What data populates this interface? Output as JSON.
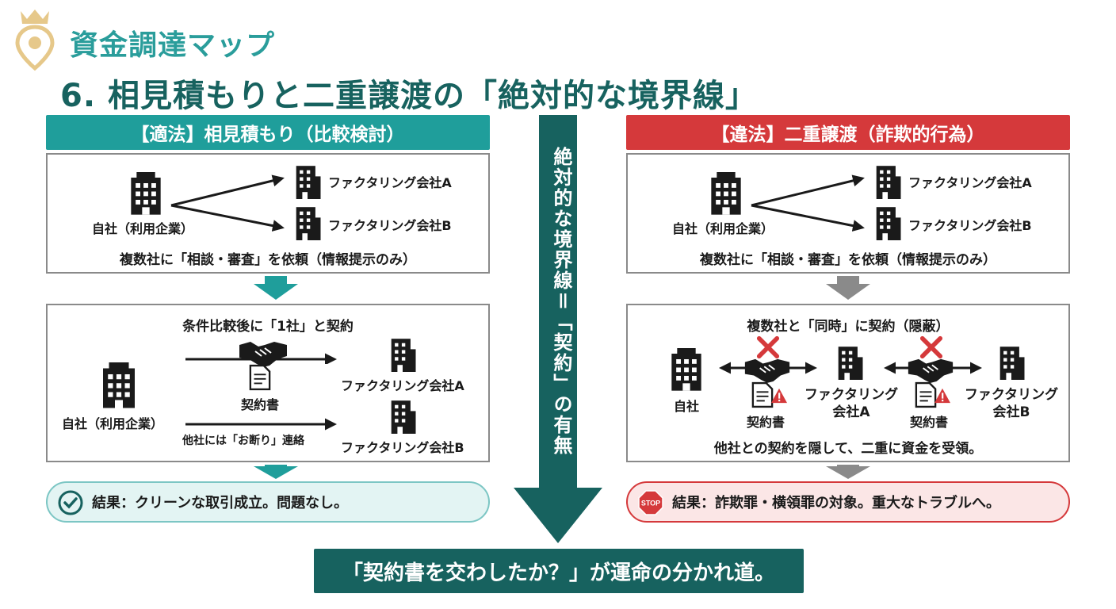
{
  "header": {
    "brand": "資金調達マップ",
    "title": "6. 相見積もりと二重譲渡の「絶対的な境界線」"
  },
  "legal": {
    "heading": "【適法】相見積もり（比較検討）",
    "step1": {
      "self_label": "自社（利用企業）",
      "company_a": "ファクタリング会社A",
      "company_b": "ファクタリング会社B",
      "caption": "複数社に「相談・審査」を依頼（情報提示のみ）"
    },
    "step2": {
      "title": "条件比較後に「1社」と契約",
      "self_label": "自社（利用企業）",
      "contract_label": "契約書",
      "company_a": "ファクタリング会社A",
      "company_b": "ファクタリング会社B",
      "decline_label": "他社には「お断り」連絡"
    },
    "result": "結果：クリーンな取引成立。問題なし。"
  },
  "illegal": {
    "heading": "【違法】二重譲渡（詐欺的行為）",
    "step1": {
      "self_label": "自社（利用企業）",
      "company_a": "ファクタリング会社A",
      "company_b": "ファクタリング会社B",
      "caption": "複数社に「相談・審査」を依頼（情報提示のみ）"
    },
    "step2": {
      "title": "複数社と「同時」に契約（隠蔽）",
      "self_label": "自社",
      "contract_label_1": "契約書",
      "contract_label_2": "契約書",
      "company_a_line1": "ファクタリング",
      "company_a_line2": "会社A",
      "company_b_line1": "ファクタリング",
      "company_b_line2": "会社B",
      "caption": "他社との契約を隠して、二重に資金を受領。"
    },
    "stop_text": "STOP",
    "result": "結果：詐欺罪・横領罪の対象。重大なトラブルへ。"
  },
  "center": {
    "label": "絶対的な境界線＝「契約」の有無"
  },
  "footer": {
    "banner": "「契約書を交わしたか？」が運命の分かれ道。"
  },
  "colors": {
    "teal": "#1f9e9b",
    "dark_teal": "#17625f",
    "red": "#d5393b",
    "gray_arrow": "#8a8a8a"
  }
}
